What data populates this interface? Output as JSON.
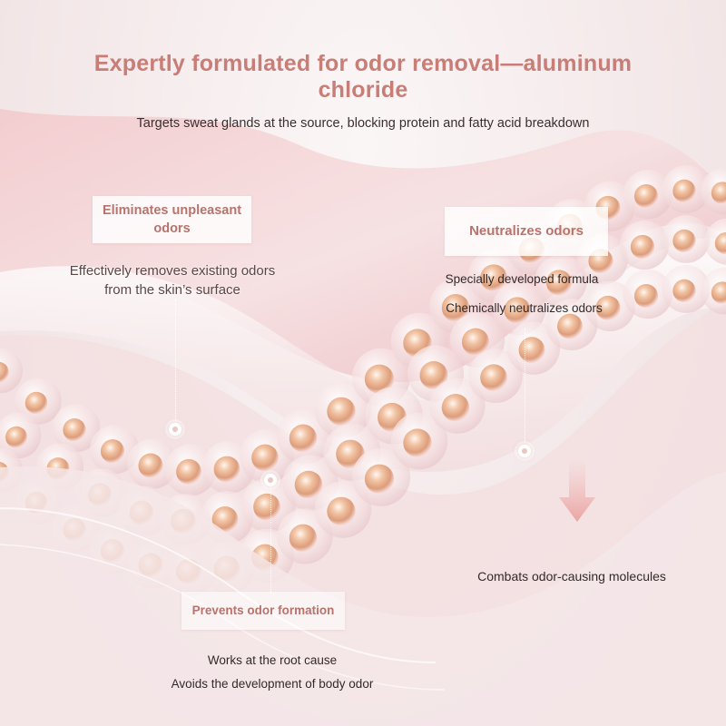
{
  "heading": {
    "title": "Expertly formulated for odor removal—aluminum chloride",
    "subtitle": "Targets sweat glands at the source, blocking protein and fatty acid breakdown"
  },
  "callouts": {
    "eliminates": {
      "label": "Eliminates unpleasant odors",
      "detail": "Effectively removes existing odors from the skin’s surface"
    },
    "neutralizes": {
      "label": "Neutralizes odors",
      "point_1": "Specially developed formula",
      "point_2": "Chemically neutralizes odors"
    },
    "combats": {
      "detail": "Combats odor-causing molecules"
    },
    "prevents": {
      "label": "Prevents odor formation",
      "point_1": "Works at the root cause",
      "point_2": "Avoids the development of body odor"
    }
  },
  "colors": {
    "accent": "#c87d76",
    "body_text": "#332a2a",
    "background": "#f4e9ea",
    "skin_pink": "#ecb7bd",
    "bead_core": "#e0a27a"
  }
}
